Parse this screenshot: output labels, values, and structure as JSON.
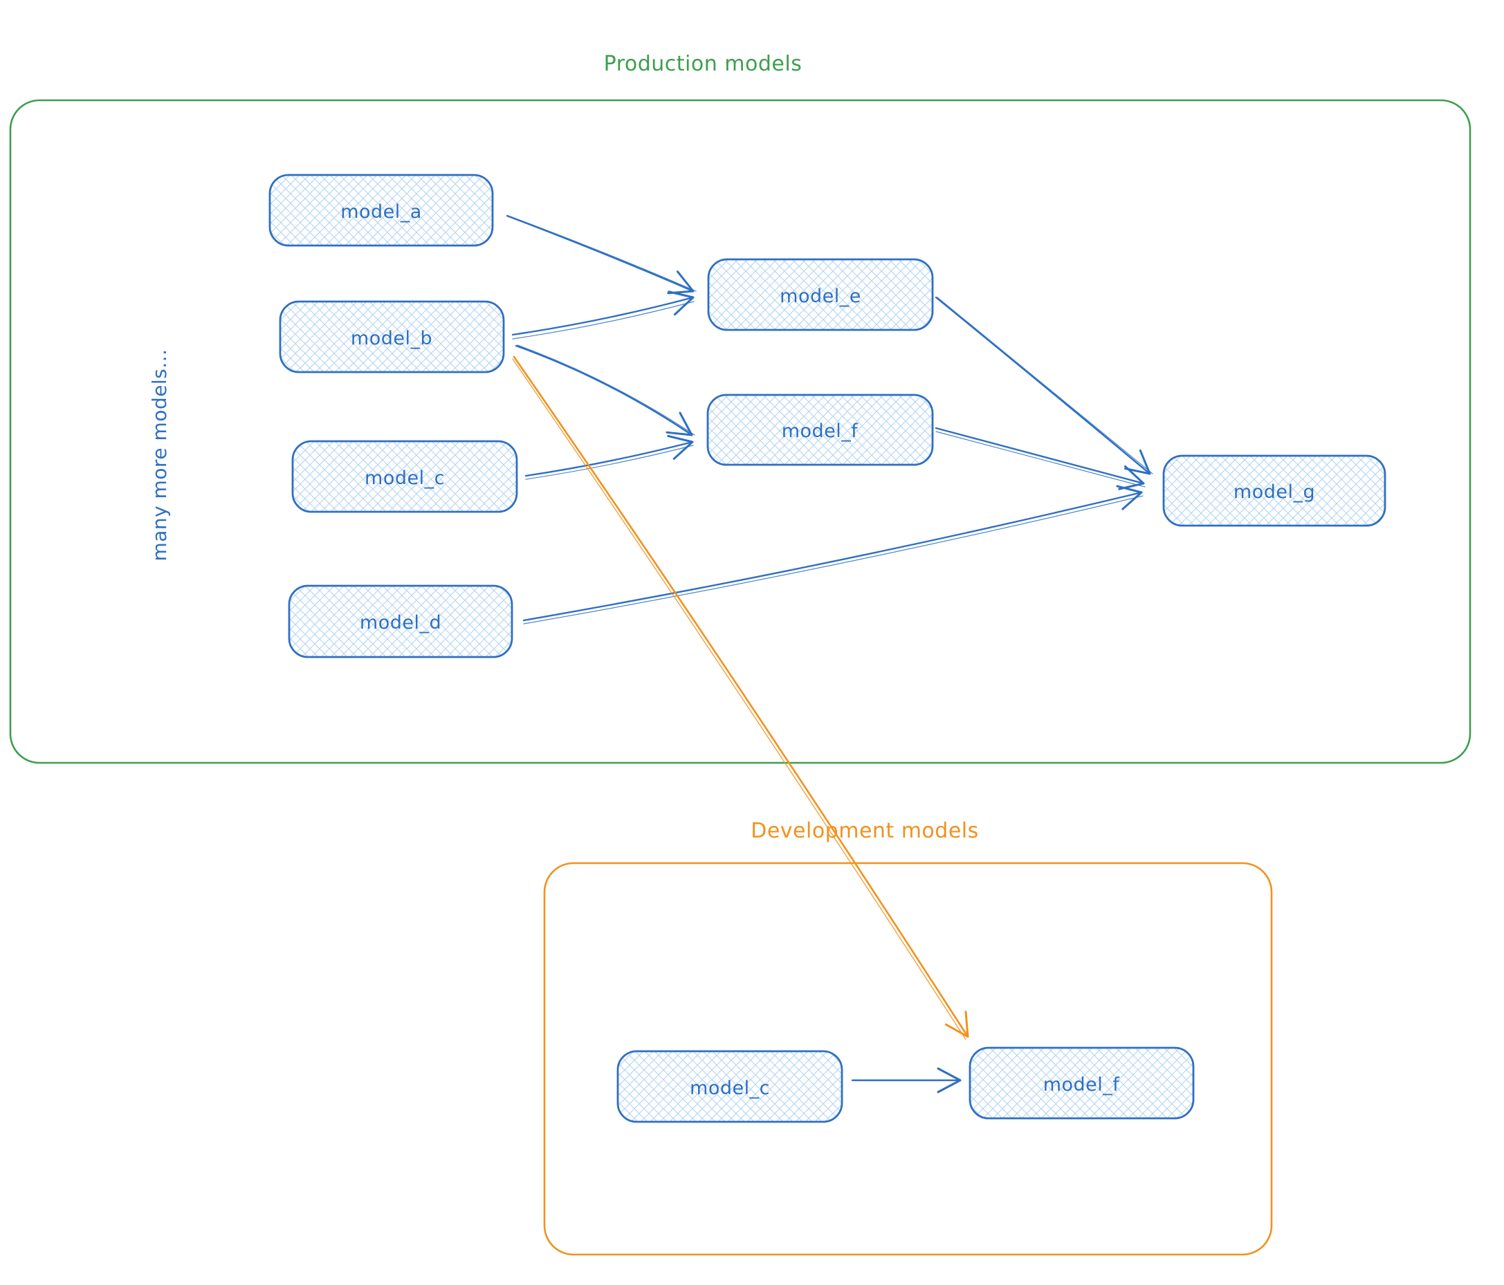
{
  "colors": {
    "blue": "#2e6fc3",
    "hatch_blue": "#b9d8f4",
    "green": "#3e9e4d",
    "orange": "#f0921e"
  },
  "production": {
    "title": "Production models",
    "side_label": "many more models...",
    "nodes": {
      "a": "model_a",
      "b": "model_b",
      "c": "model_c",
      "d": "model_d",
      "e": "model_e",
      "f": "model_f",
      "g": "model_g"
    },
    "edges": [
      {
        "from": "model_a",
        "to": "model_e"
      },
      {
        "from": "model_b",
        "to": "model_e"
      },
      {
        "from": "model_b",
        "to": "model_f"
      },
      {
        "from": "model_c",
        "to": "model_f"
      },
      {
        "from": "model_e",
        "to": "model_g"
      },
      {
        "from": "model_f",
        "to": "model_g"
      },
      {
        "from": "model_d",
        "to": "model_g"
      }
    ]
  },
  "development": {
    "title": "Development models",
    "nodes": {
      "c": "model_c",
      "f": "model_f"
    },
    "edges": [
      {
        "from": "model_c",
        "to": "model_f"
      }
    ]
  },
  "cross_link": {
    "from": "production.model_b",
    "to": "development.model_f"
  }
}
